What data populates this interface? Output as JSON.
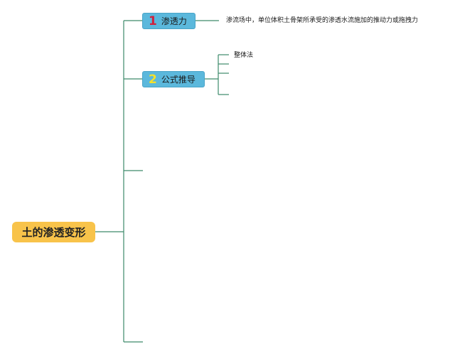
{
  "root": {
    "label": "土的渗透变形"
  },
  "topics": [
    {
      "number": "1",
      "label": "渗透力",
      "number_color": "#d0213c"
    },
    {
      "number": "2",
      "label": "公式推导",
      "number_color": "#f5e12a"
    }
  ],
  "leaves": {
    "topic1": "渗流场中，单位体积土骨架所承受的渗透水流施加的推动力或拖拽力",
    "topic2": "整体法"
  },
  "colors": {
    "connector": "#3d8a6a",
    "root_fill": "#f8c34a",
    "topic_fill": "#5bb8dc"
  }
}
